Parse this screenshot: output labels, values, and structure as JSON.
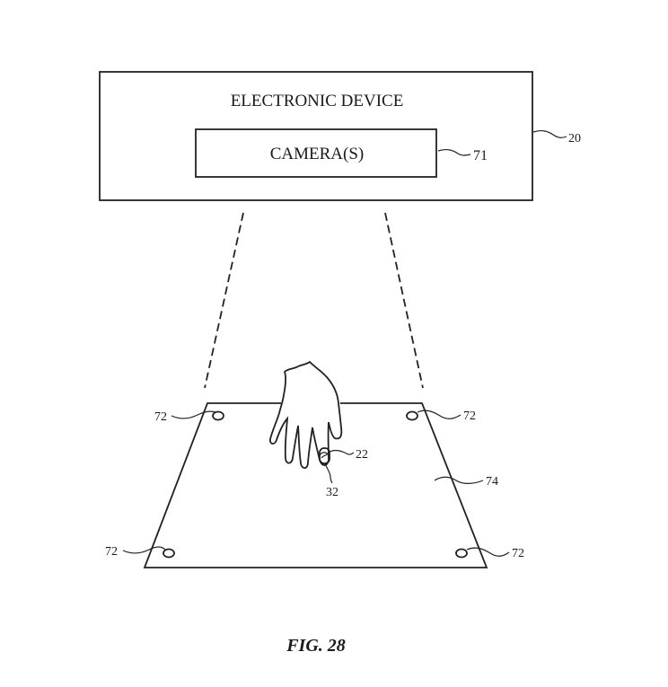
{
  "figure": {
    "caption": "FIG. 28",
    "device_box": {
      "label": "ELECTRONIC DEVICE",
      "ref": "20"
    },
    "camera_box": {
      "label": "CAMERA(S)",
      "ref": "71"
    },
    "surface": {
      "ref": "74",
      "markers": [
        {
          "position": "top-left",
          "ref": "72"
        },
        {
          "position": "top-right",
          "ref": "72"
        },
        {
          "position": "bottom-left",
          "ref": "72"
        },
        {
          "position": "bottom-right",
          "ref": "72"
        }
      ]
    },
    "hand": {
      "ring_device_ref": "22",
      "finger_ref": "32"
    },
    "colors": {
      "line": "#222222",
      "background": "#ffffff"
    }
  }
}
